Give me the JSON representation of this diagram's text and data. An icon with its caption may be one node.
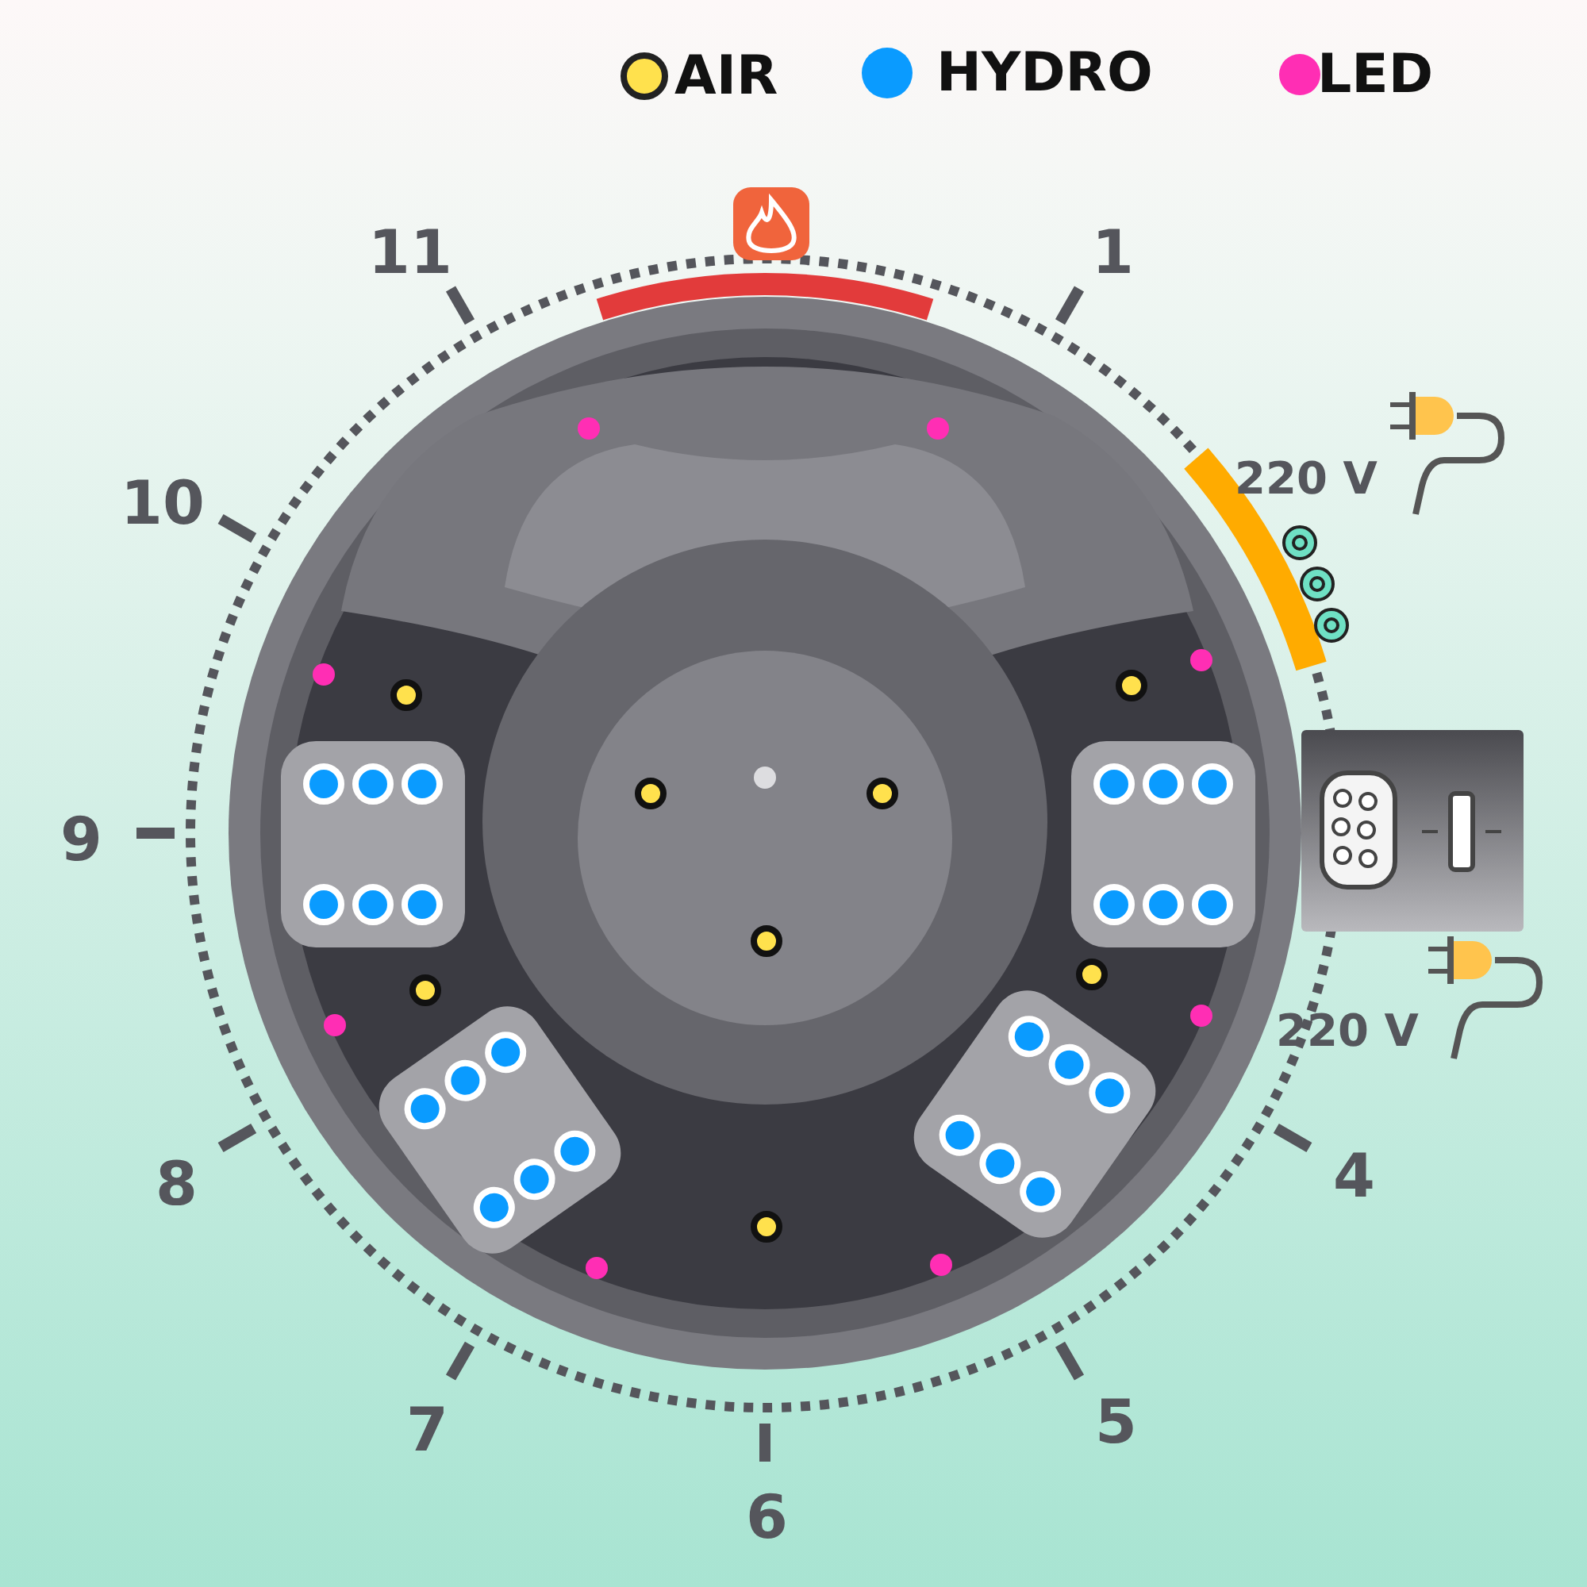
{
  "diagram": {
    "labels": [
      "11",
      "1",
      "220 V",
      "10",
      "9",
      "220 V",
      "8",
      "4",
      "7",
      "5",
      "6"
    ],
    "legend": [
      {
        "text": "AIR",
        "color": "#ffe14d"
      },
      {
        "text": "HYDRO",
        "color": "#0a9bff"
      },
      {
        "text": "LED",
        "color": "#ff2eb4"
      }
    ]
  }
}
